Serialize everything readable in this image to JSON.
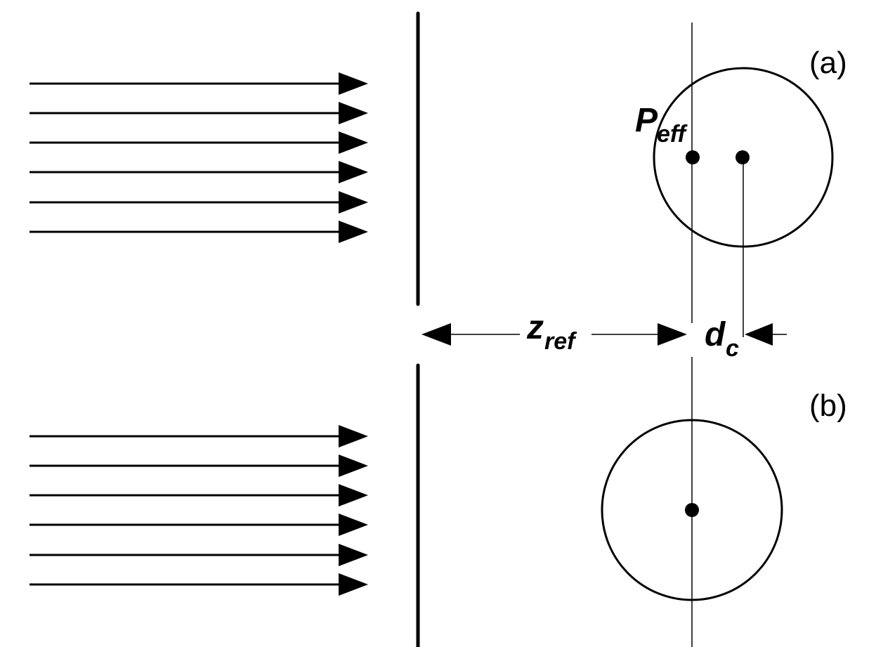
{
  "labels": {
    "panel_a": "(a)",
    "panel_b": "(b)",
    "p_eff_main": "P",
    "p_eff_sub": "eff",
    "z_ref_main": "z",
    "z_ref_sub": "ref",
    "d_c_main": "d",
    "d_c_sub": "c"
  },
  "colors": {
    "ink": "#000000",
    "background": "#ffffff"
  }
}
